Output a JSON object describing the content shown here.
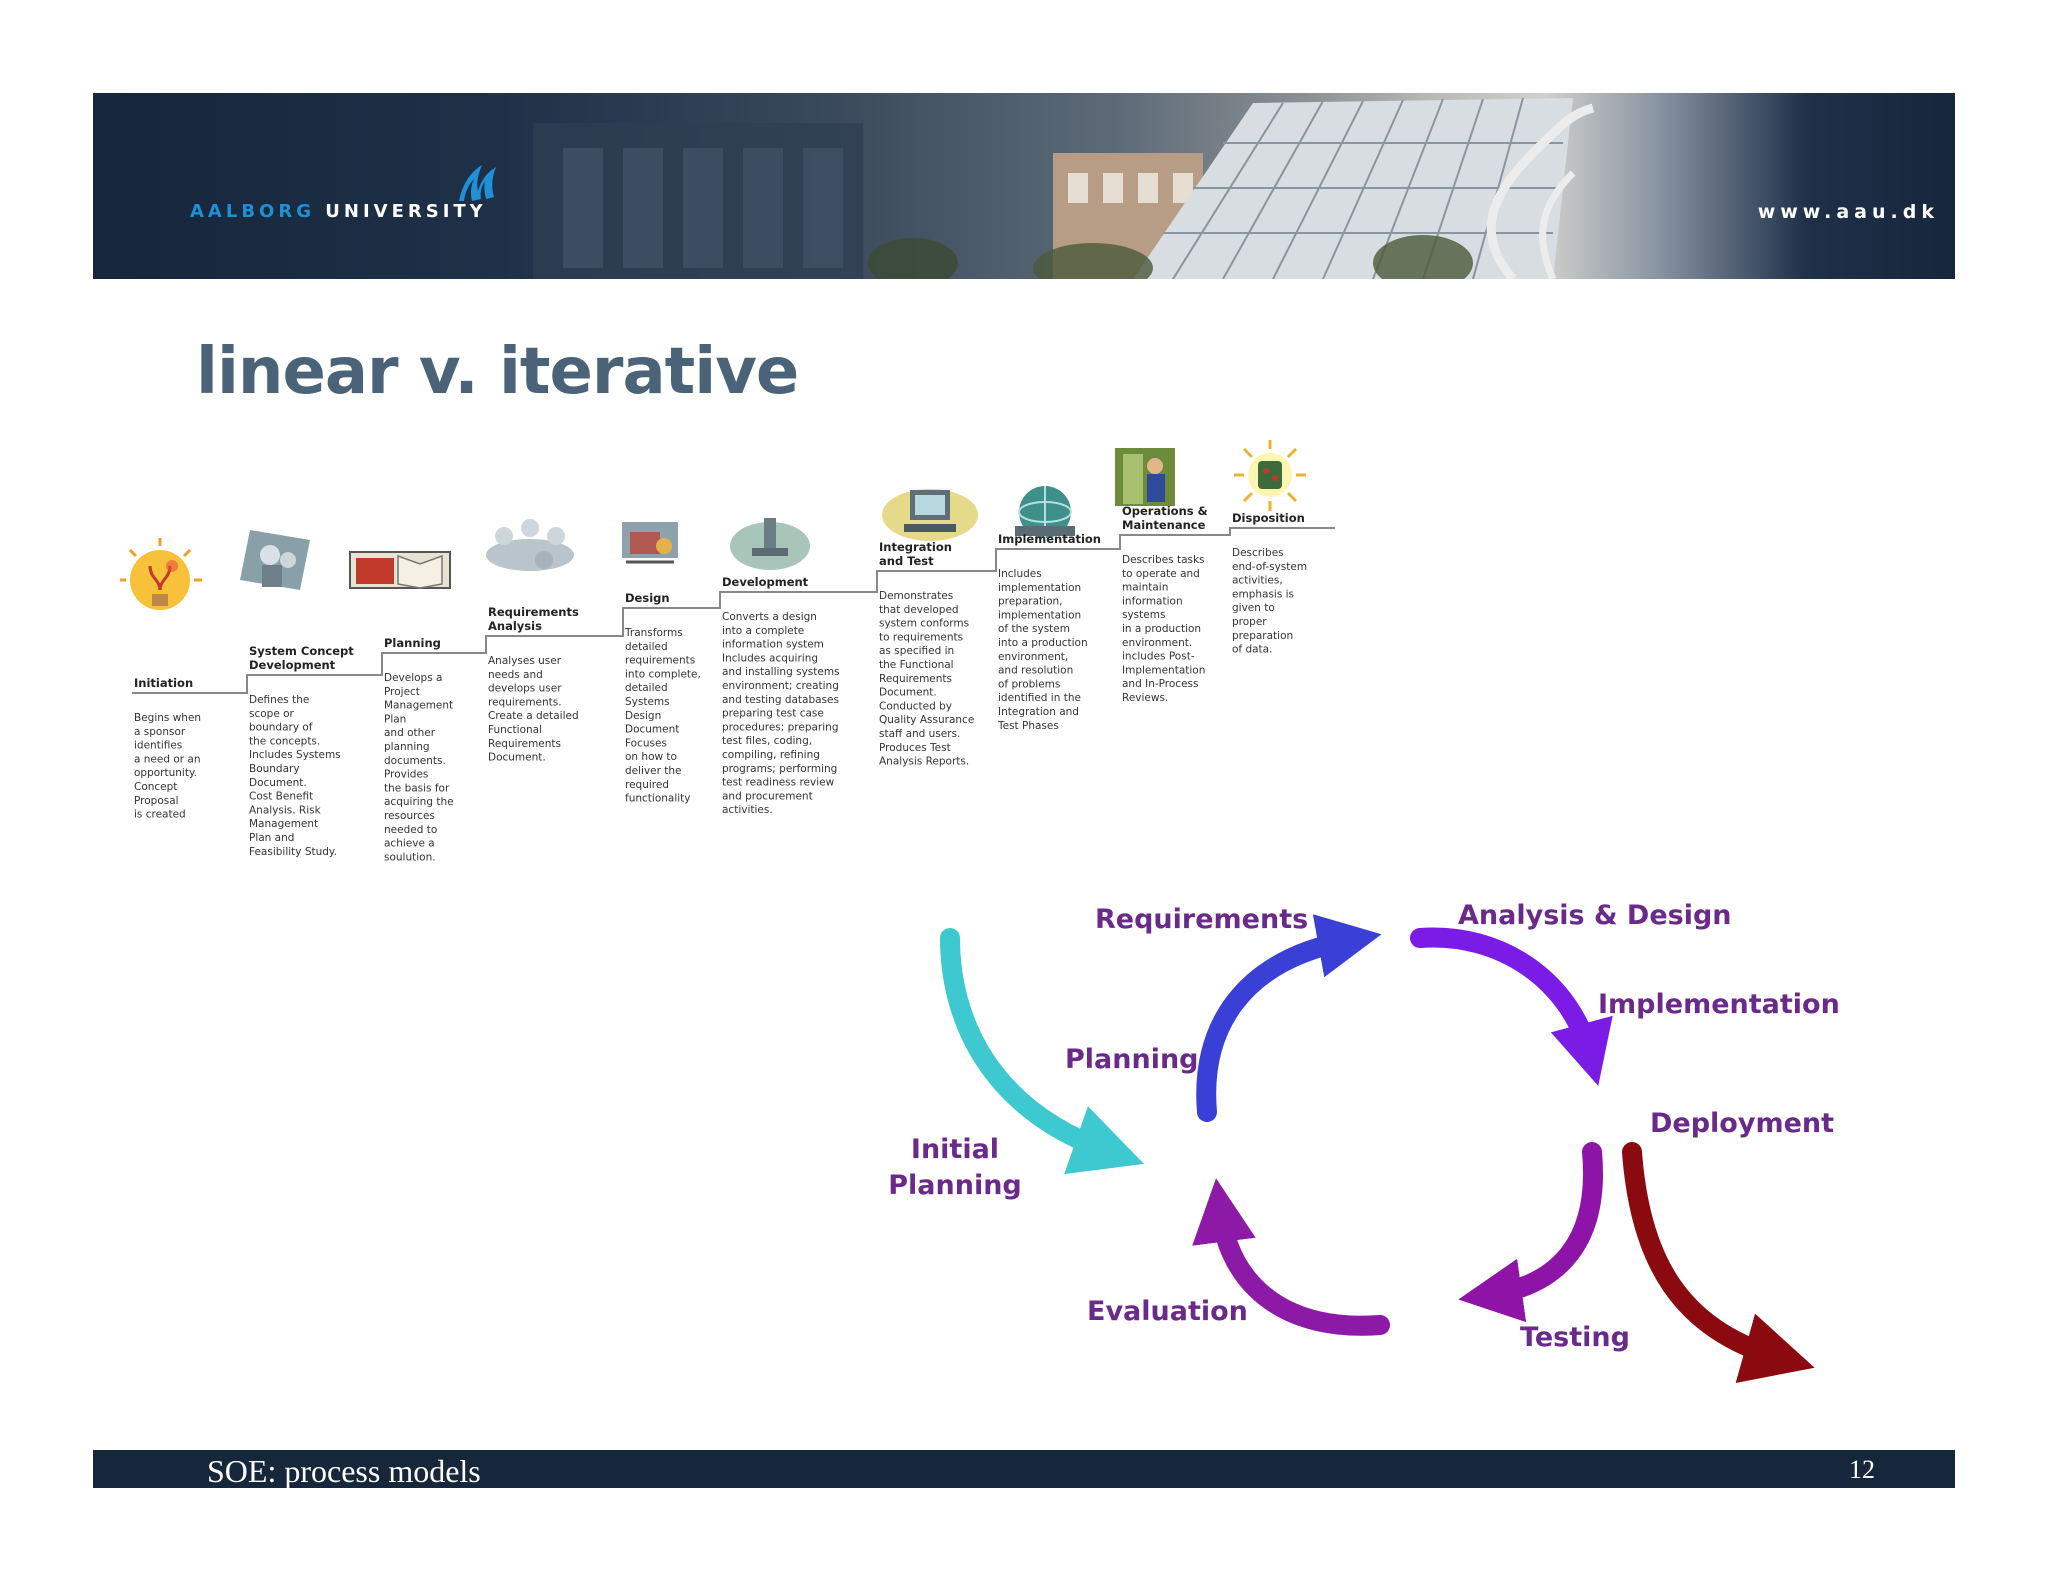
{
  "header": {
    "logo_part1": "AALBORG",
    "logo_part2": "UNIVERSITY",
    "website": "www.aau.dk"
  },
  "slide": {
    "title": "linear v. iterative"
  },
  "waterfall": {
    "steps": [
      {
        "title": "Initiation",
        "desc": [
          "Begins when",
          "a sponsor",
          "identifies",
          "a need or an",
          "opportunity.",
          "Concept",
          "Proposal",
          "is created"
        ]
      },
      {
        "title": "System Concept",
        "title2": "Development",
        "desc": [
          "Defines the",
          "scope or",
          "boundary of",
          "the concepts.",
          "Includes Systems",
          "Boundary",
          "Document.",
          "Cost Benefit",
          "Analysis. Risk",
          "Management",
          "Plan and",
          "Feasibility Study."
        ]
      },
      {
        "title": "Planning",
        "desc": [
          "Develops a",
          "Project",
          "Management",
          "Plan",
          "and other",
          "planning",
          "documents.",
          "Provides",
          "the basis for",
          "acquiring the",
          "resources",
          "needed to",
          "achieve a",
          "soulution."
        ]
      },
      {
        "title": "Requirements",
        "title2": "Analysis",
        "desc": [
          "Analyses user",
          "needs and",
          "develops user",
          "requirements.",
          "Create a detailed",
          "Functional",
          "Requirements",
          "Document."
        ]
      },
      {
        "title": "Design",
        "desc": [
          "Transforms",
          "detailed",
          "requirements",
          "into complete,",
          "detailed",
          "Systems",
          "Design",
          "Document",
          "Focuses",
          "on how to",
          "deliver the",
          "required",
          "functionality"
        ]
      },
      {
        "title": "Development",
        "desc": [
          "Converts a design",
          "into a complete",
          "information system",
          "Includes acquiring",
          "and installing systems",
          "environment; creating",
          "and testing databases",
          "preparing test case",
          "procedures; preparing",
          "test files, coding,",
          "compiling, refining",
          "programs; performing",
          "test readiness review",
          "and procurement",
          "activities."
        ]
      },
      {
        "title": "Integration",
        "title2": "and Test",
        "desc": [
          "Demonstrates",
          "that developed",
          "system conforms",
          "to requirements",
          "as specified in",
          "the Functional",
          "Requirements",
          "Document.",
          "Conducted by",
          "Quality Assurance",
          "staff and users.",
          "Produces Test",
          "Analysis Reports."
        ]
      },
      {
        "title": "Implementation",
        "desc": [
          "Includes",
          "implementation",
          "preparation,",
          "implementation",
          "of the system",
          "into a production",
          "environment,",
          "and resolution",
          "of problems",
          "identified in the",
          "Integration and",
          "Test Phases"
        ]
      },
      {
        "title": "Operations &",
        "title2": "Maintenance",
        "desc": [
          "Describes tasks",
          "to operate and",
          "maintain",
          "information",
          "systems",
          "in a production",
          "environment.",
          "includes Post-",
          "Implementation",
          "and In-Process",
          "Reviews."
        ]
      },
      {
        "title": "Disposition",
        "desc": [
          "Describes",
          "end-of-system",
          "activities,",
          "emphasis is",
          "given to",
          "proper",
          "preparation",
          "of data."
        ]
      }
    ]
  },
  "cycle": {
    "labels": {
      "initial_planning_1": "Initial",
      "initial_planning_2": "Planning",
      "planning": "Planning",
      "requirements": "Requirements",
      "analysis_design": "Analysis & Design",
      "implementation": "Implementation",
      "deployment": "Deployment",
      "testing": "Testing",
      "evaluation": "Evaluation"
    },
    "colors": {
      "initial": "#3ec8cf",
      "planning": "#3a3fd6",
      "analysis": "#8a18f0",
      "implementation": "#7a1ce6",
      "testing": "#8e14a8",
      "evaluation": "#8c1aa6",
      "deployment": "#8a0a10",
      "label": "#6a2a8a"
    }
  },
  "footer": {
    "text": "SOE: process models",
    "page": "12"
  }
}
